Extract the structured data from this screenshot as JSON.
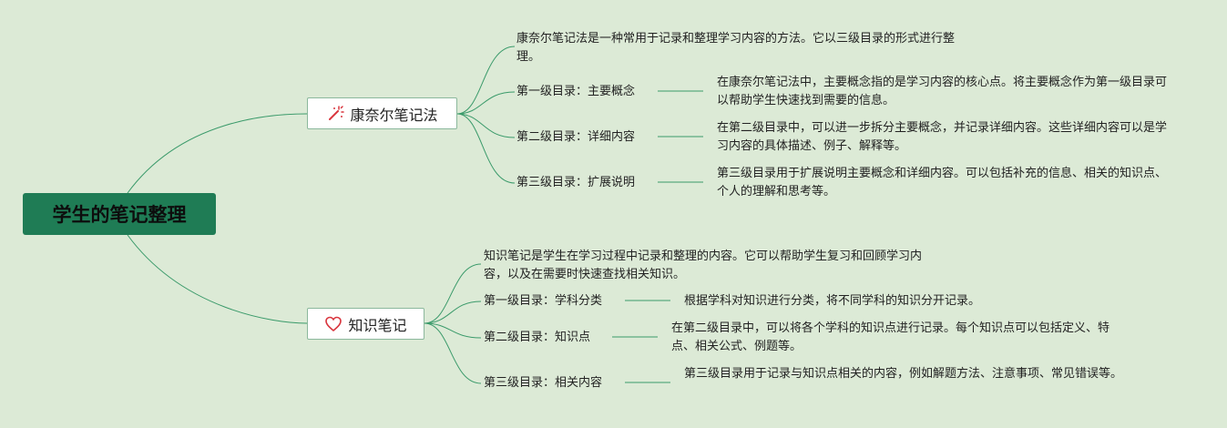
{
  "root": {
    "title": "学生的笔记整理"
  },
  "colors": {
    "background": "#dcead6",
    "root_fill": "#1f7c55",
    "line": "#3a9a6a",
    "icon_red": "#d9363e"
  },
  "branches": [
    {
      "label": "康奈尔笔记法",
      "icon": "magic-wand-icon",
      "intro": "康奈尔笔记法是一种常用于记录和整理学习内容的方法。它以三级目录的形式进行整理。",
      "items": [
        {
          "label": "第一级目录：主要概念",
          "detail": "在康奈尔笔记法中，主要概念指的是学习内容的核心点。将主要概念作为第一级目录可以帮助学生快速找到需要的信息。"
        },
        {
          "label": "第二级目录：详细内容",
          "detail": "在第二级目录中，可以进一步拆分主要概念，并记录详细内容。这些详细内容可以是学习内容的具体描述、例子、解释等。"
        },
        {
          "label": "第三级目录：扩展说明",
          "detail": "第三级目录用于扩展说明主要概念和详细内容。可以包括补充的信息、相关的知识点、个人的理解和思考等。"
        }
      ]
    },
    {
      "label": "知识笔记",
      "icon": "heart-icon",
      "intro": "知识笔记是学生在学习过程中记录和整理的内容。它可以帮助学生复习和回顾学习内容，以及在需要时快速查找相关知识。",
      "items": [
        {
          "label": "第一级目录：学科分类",
          "detail": "根据学科对知识进行分类，将不同学科的知识分开记录。"
        },
        {
          "label": "第二级目录：知识点",
          "detail": "在第二级目录中，可以将各个学科的知识点进行记录。每个知识点可以包括定义、特点、相关公式、例题等。"
        },
        {
          "label": "第三级目录：相关内容",
          "detail": "第三级目录用于记录与知识点相关的内容，例如解题方法、注意事项、常见错误等。"
        }
      ]
    }
  ]
}
